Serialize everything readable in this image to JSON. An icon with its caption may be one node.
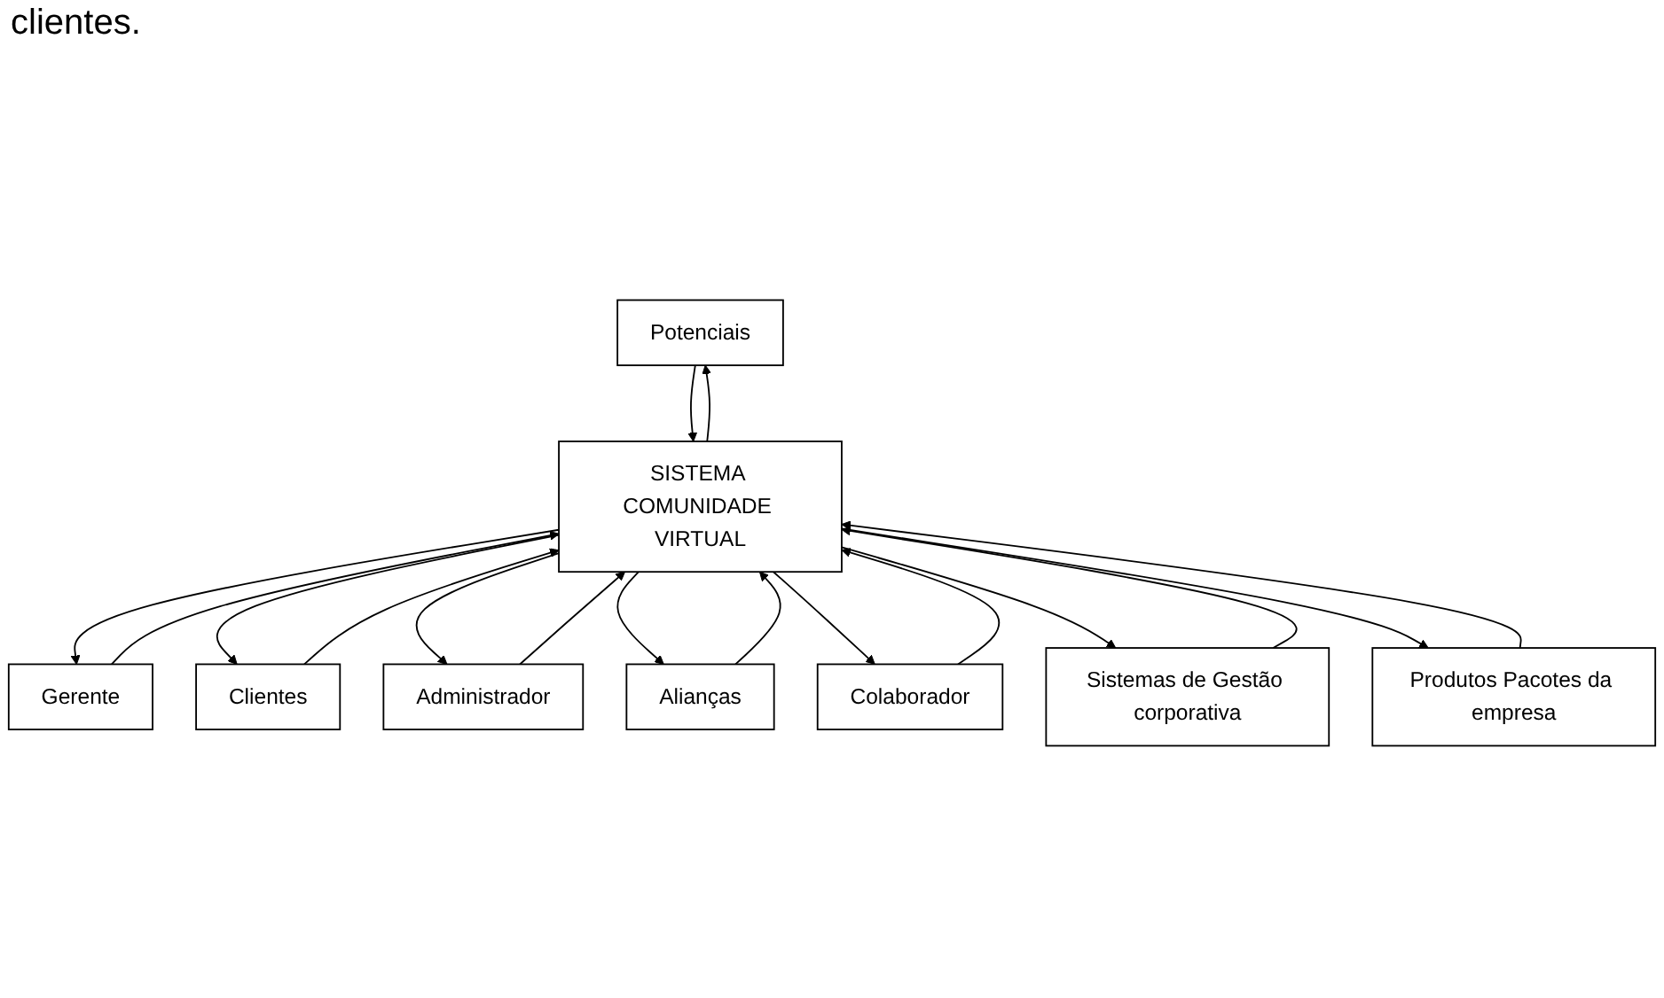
{
  "diagram": {
    "nodes": [
      {
        "text": [
          "Potenciais"
        ]
      },
      {
        "text": [
          "Gerente"
        ]
      },
      {
        "text": [
          "Clientes"
        ]
      },
      {
        "text": [
          "SISTEMA COMUNIDADE VIRTUAL"
        ]
      },
      {
        "text": [
          "Administrador"
        ]
      },
      {
        "text": [
          "Alianças"
        ]
      },
      {
        "text": [
          "Colaborador"
        ]
      },
      {
        "text": [
          "Sistemas de Gestão corporativa"
        ]
      },
      {
        "text": [
          "Produtos Pacotes da empresa"
        ]
      }
    ],
    "edges": [
      {
        "from": 3,
        "to": 0,
        "arrow": "to"
      },
      {
        "from": 0,
        "to": 3,
        "arrow": "to"
      },
      {
        "from": 1,
        "to": 3,
        "arrow": "to"
      },
      {
        "from": 3,
        "to": 1,
        "arrow": "to"
      },
      {
        "from": 3,
        "to": 2,
        "arrow": "to"
      },
      {
        "from": 2,
        "to": 3,
        "arrow": "to"
      },
      {
        "from": 4,
        "to": 3,
        "arrow": "to"
      },
      {
        "from": 3,
        "to": 4,
        "arrow": "to"
      },
      {
        "from": 5,
        "to": 3,
        "arrow": "to"
      },
      {
        "from": 3,
        "to": 5,
        "arrow": "to"
      },
      {
        "from": 6,
        "to": 3,
        "arrow": "to"
      },
      {
        "from": 3,
        "to": 6,
        "arrow": "to"
      },
      {
        "from": 3,
        "to": 7,
        "arrow": "to"
      },
      {
        "from": 7,
        "to": 3,
        "arrow": "to"
      },
      {
        "from": 8,
        "to": 3,
        "arrow": "to"
      },
      {
        "from": 3,
        "to": 8,
        "arrow": "to"
      }
    ],
    "labels": [
      "clientes."
    ]
  }
}
